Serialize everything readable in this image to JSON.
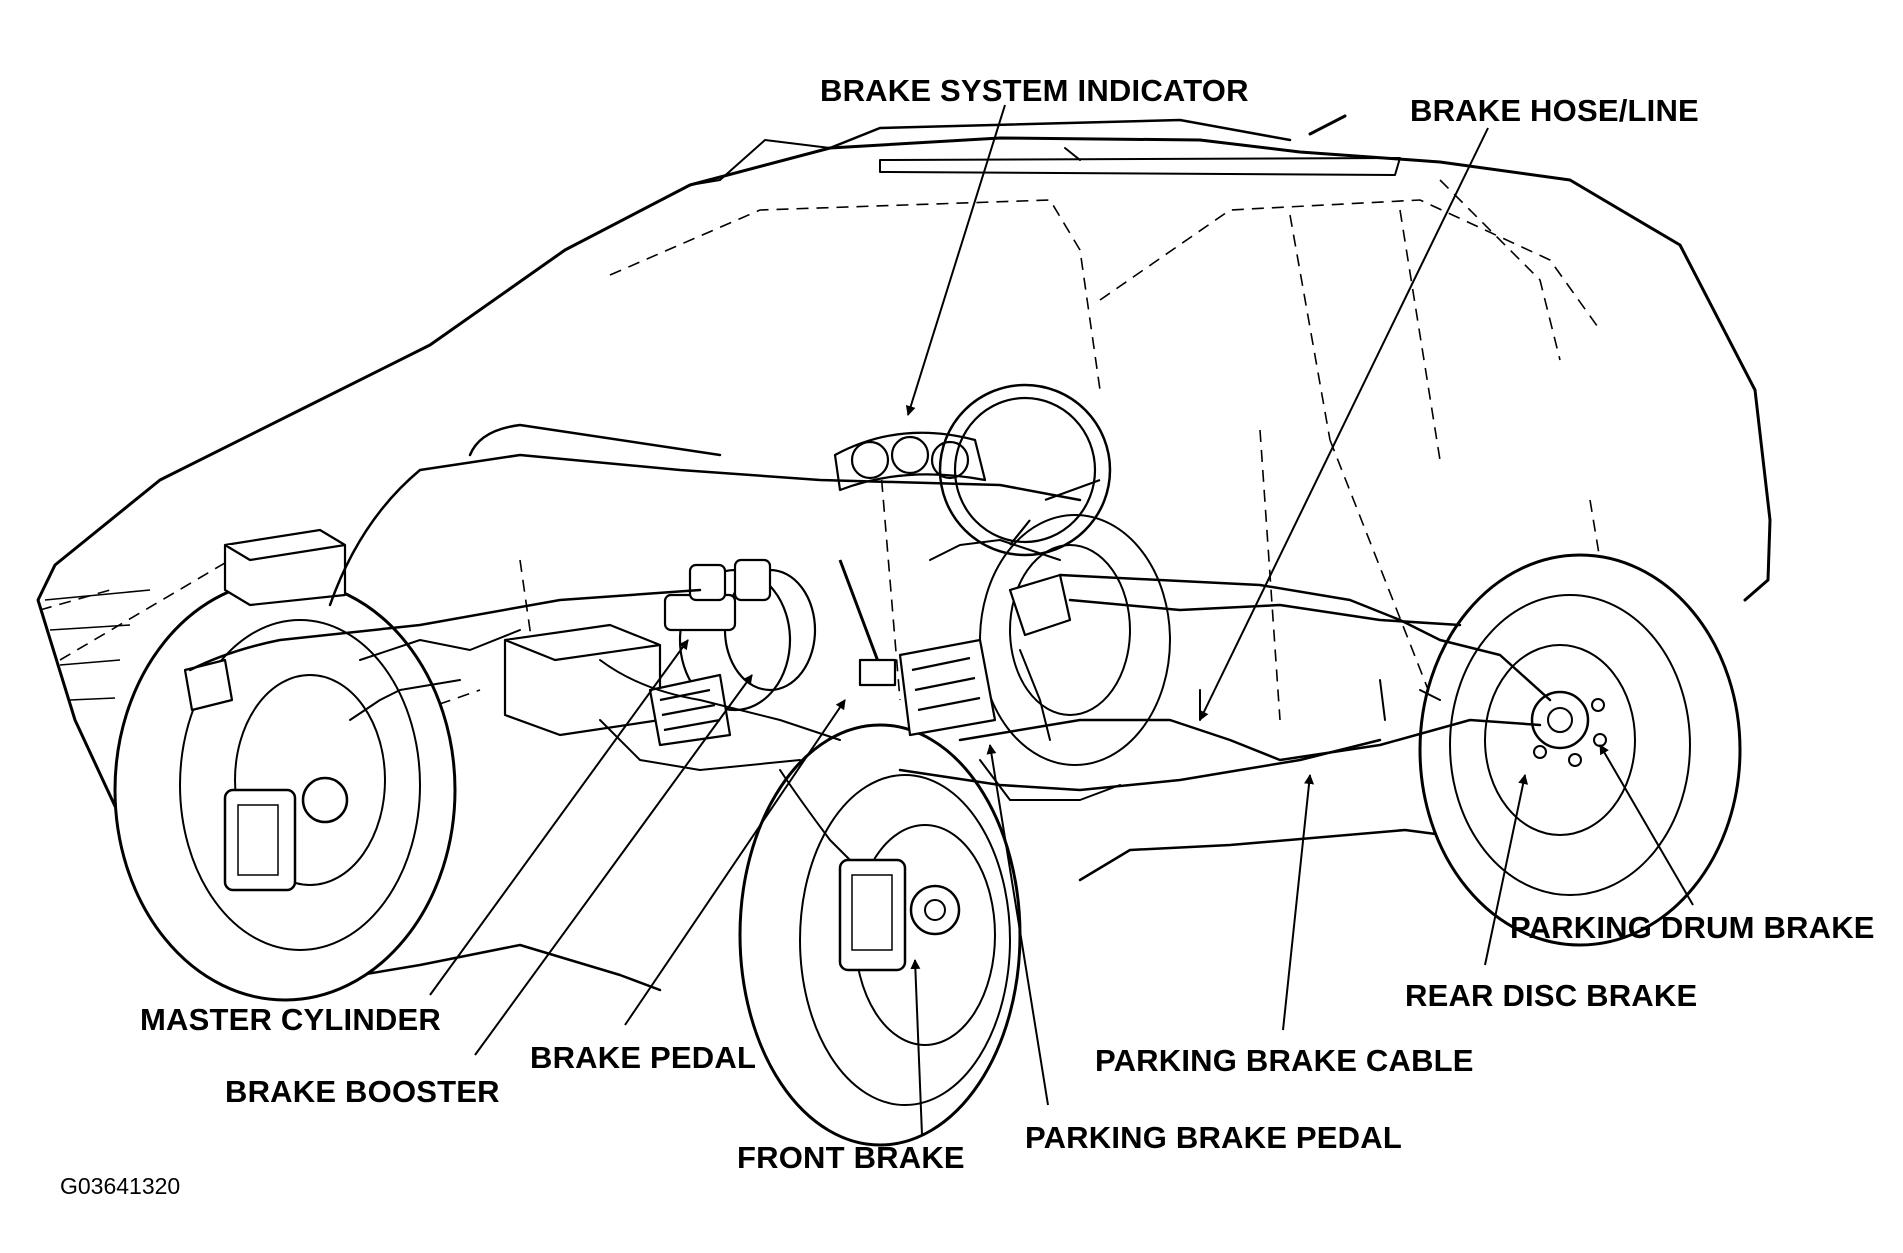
{
  "labels": {
    "brake_system_indicator": "BRAKE SYSTEM INDICATOR",
    "brake_hose_line": "BRAKE HOSE/LINE",
    "master_cylinder": "MASTER CYLINDER",
    "brake_booster": "BRAKE BOOSTER",
    "brake_pedal": "BRAKE PEDAL",
    "front_brake": "FRONT BRAKE",
    "parking_brake_pedal": "PARKING BRAKE PEDAL",
    "parking_brake_cable": "PARKING BRAKE CABLE",
    "rear_disc_brake": "REAR DISC BRAKE",
    "parking_drum_brake": "PARKING DRUM BRAKE"
  },
  "figure_code": "G03641320",
  "colors": {
    "ink": "#000000",
    "paper": "#ffffff"
  }
}
